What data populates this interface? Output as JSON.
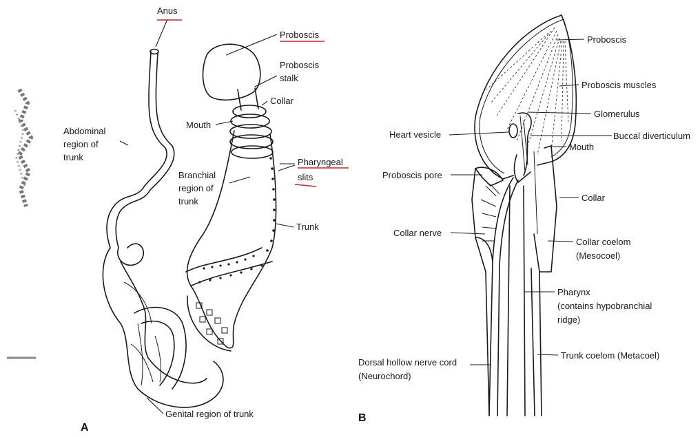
{
  "panels": {
    "a": "A",
    "b": "B"
  },
  "figure_a": {
    "anus": "Anus",
    "proboscis": "Proboscis",
    "proboscis_stalk_1": "Proboscis",
    "proboscis_stalk_2": "stalk",
    "collar": "Collar",
    "mouth": "Mouth",
    "abdominal_1": "Abdominal",
    "abdominal_2": "region of",
    "abdominal_3": "trunk",
    "branchial_1": "Branchial",
    "branchial_2": "region of",
    "branchial_3": "trunk",
    "pharyngeal_1": "Pharyngeal",
    "pharyngeal_2": "slits",
    "trunk": "Trunk",
    "genital": "Genital region of trunk"
  },
  "figure_b": {
    "proboscis": "Proboscis",
    "proboscis_muscles": "Proboscis muscles",
    "glomerulus": "Glomerulus",
    "heart_vesicle": "Heart vesicle",
    "buccal_diverticulum": "Buccal diverticulum",
    "mouth": "Mouth",
    "proboscis_pore": "Proboscis pore",
    "collar": "Collar",
    "collar_nerve": "Collar nerve",
    "collar_coelom_1": "Collar coelom",
    "collar_coelom_2": "(Mesocoel)",
    "pharynx_1": "Pharynx",
    "pharynx_2": "(contains hypobranchial",
    "pharynx_3": "ridge)",
    "dorsal_1": "Dorsal hollow nerve cord",
    "dorsal_2": "(Neurochord)",
    "trunk_coelom": "Trunk coelom (Metacoel)"
  },
  "colors": {
    "underline": "#c0262b",
    "ink": "#1a1a1a"
  }
}
